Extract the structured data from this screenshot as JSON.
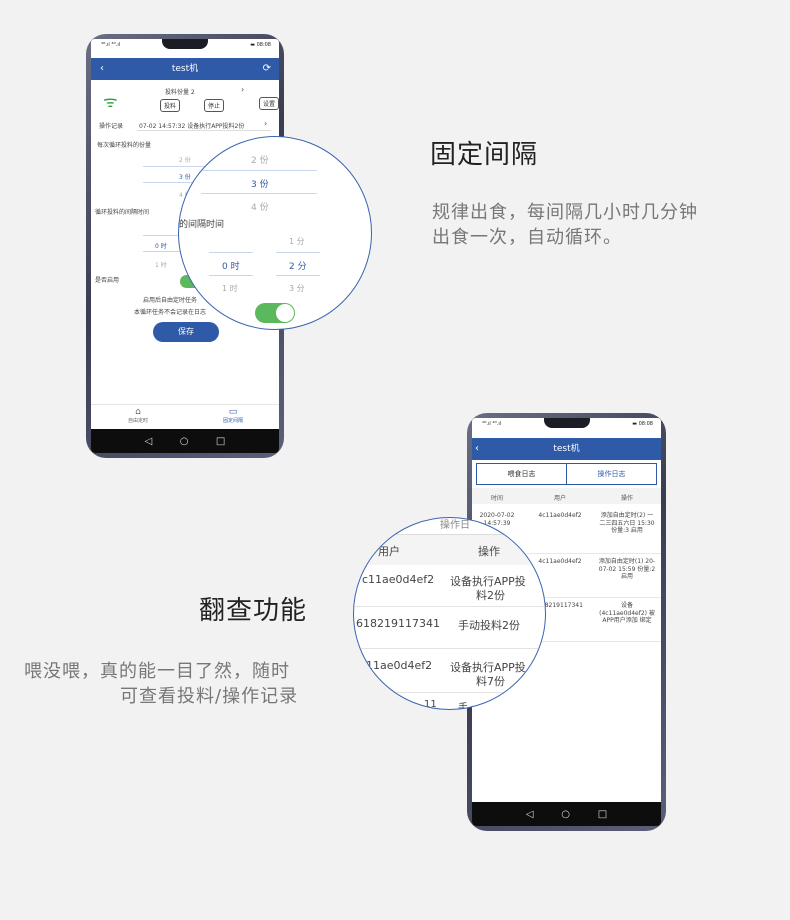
{
  "colors": {
    "brand_blue": "#2e5aa8",
    "toggle_green": "#5cb85c",
    "background": "#f2f2f2",
    "heading": "#222222",
    "description": "#777777"
  },
  "phone1": {
    "status": {
      "signal": "⁴ᴳ.ıl ⁴ᴳ.ıl",
      "battery": "▬ 08:08"
    },
    "title": "test机",
    "back_icon": "chevron-left",
    "refresh_icon": "refresh",
    "portion_label": "投料份量 2",
    "buttons": {
      "feed": "投料",
      "stop": "停止",
      "settings": "设置"
    },
    "log_label": "操作记录",
    "log_value": "07-02 14:57:32 设备执行APP投料2份",
    "cycle_portion_label": "每次循环投料的份量",
    "portion_picker": [
      "2 份",
      "3 份",
      "4 份"
    ],
    "interval_label": "循环投料的间隔时间",
    "hour_picker": [
      "0 时",
      "1 时"
    ],
    "enable_label": "是否启用",
    "note_line1": "启用后自由定时任务",
    "note_line2": "本循环任务不会记录在日志",
    "save": "保存",
    "tabs": [
      {
        "label": "自由定时",
        "icon": "home-icon"
      },
      {
        "label": "固定间隔",
        "icon": "monitor-icon"
      }
    ],
    "nav": [
      "◁",
      "○",
      "□"
    ]
  },
  "magnifier1": {
    "portion_picker": [
      "2 份",
      "3 份",
      "4 份"
    ],
    "interval_label": "的间隔时间",
    "minute_top": "1 分",
    "hour_selected": "0 时",
    "minute_selected": "2 分",
    "hour_below": "1 时",
    "minute_below": "3 分"
  },
  "feature1": {
    "title": "固定间隔",
    "desc_line1": "规律出食，每间隔几小时几分钟",
    "desc_line2": "出食一次，自动循环。"
  },
  "phone2": {
    "status": {
      "signal": "⁴ᴳ.ıl ⁴ᴳ.ıl",
      "battery": "▬ 08:08"
    },
    "title": "test机",
    "tabs": {
      "feeding_log": "喂食日志",
      "operation_log": "操作日志"
    },
    "columns": {
      "time": "时间",
      "user": "用户",
      "action": "操作"
    },
    "rows": [
      {
        "time": "2020-07-02 14:57:39",
        "user": "4c11ae0d4ef2",
        "action": "添加自由定时(2) 一二三四五六日 15:30 份量:3 启用"
      },
      {
        "time": "",
        "user": "4c11ae0d4ef2",
        "action": "添加自由定时(1) 20-07-02 15:59 份量:2 启用"
      },
      {
        "time": "",
        "user": "618219117341",
        "action": "设备 (4c11ae0d4ef2) 被APP用户添加 绑定"
      }
    ],
    "nav": [
      "◁",
      "○",
      "□"
    ]
  },
  "magnifier2": {
    "top_label": "操作日",
    "columns": {
      "user": "用户",
      "action": "操作"
    },
    "rows": [
      {
        "user": "c11ae0d4ef2",
        "action_line1": "设备执行APP投",
        "action_line2": "料2份"
      },
      {
        "user": "618219117341",
        "action_line1": "手动投料2份",
        "action_line2": ""
      },
      {
        "user": "11ae0d4ef2",
        "action_line1": "设备执行APP投",
        "action_line2": "料7份"
      }
    ],
    "bottom_left": "11",
    "bottom_right": "手"
  },
  "feature2": {
    "title": "翻查功能",
    "desc_line1": "喂没喂，真的能一目了然，随时",
    "desc_line2": "可查看投料/操作记录"
  }
}
